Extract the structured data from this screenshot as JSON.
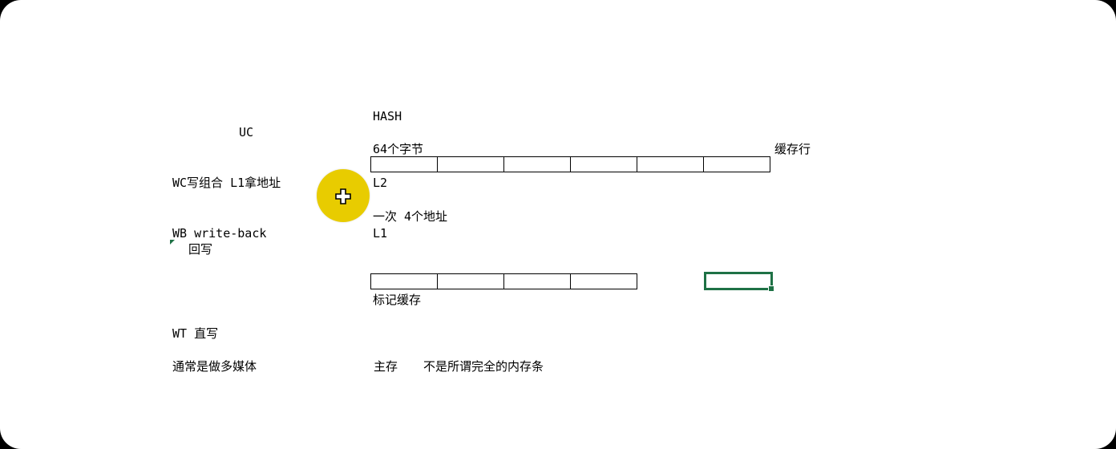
{
  "labels": {
    "hash": "HASH",
    "uc": "UC",
    "bytes64": "64个字节",
    "cache_line": "缓存行",
    "wc": "WC写组合 L1拿地址",
    "l2": "L2",
    "once4": "一次 4个地址",
    "wb": "WB write-back",
    "l1": "L1",
    "writeback_cn": "回写",
    "tag_cache": "标记缓存",
    "wt": "WT 直写",
    "multimedia": "通常是做多媒体",
    "main_mem": "主存",
    "not_stick": "不是所谓完全的内存条"
  },
  "colors": {
    "cursor_highlight": "#e8cc00",
    "selection": "#1e7145"
  },
  "icons": {
    "cursor": "plus-cursor-icon"
  }
}
